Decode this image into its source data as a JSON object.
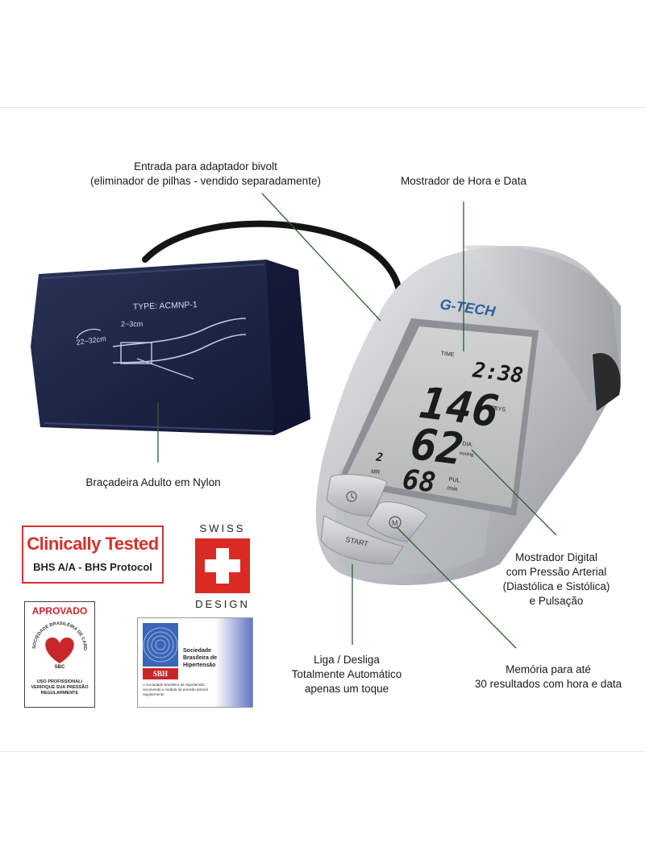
{
  "captions": {
    "adapter": [
      "Entrada para adaptador bivolt",
      "(eliminador de pilhas - vendido separadamente)"
    ],
    "clock": [
      "Mostrador de Hora e Data"
    ],
    "cuff": [
      "Braçadeira Adulto em Nylon"
    ],
    "display": [
      "Mostrador Digital",
      "com Pressão Arterial",
      "(Diastólica e Sistólica)",
      "e Pulsação"
    ],
    "start": [
      "Liga / Desliga",
      "Totalmente Automático",
      "apenas um toque"
    ],
    "memory": [
      "Memória para até",
      "30 resultados com hora e data"
    ]
  },
  "cuff_print": {
    "type": "TYPE: ACMNP-1",
    "range": "22~32cm",
    "gap": "2~3cm"
  },
  "device": {
    "brand": "G-TECH",
    "lcd": {
      "time_label": "TIME",
      "time": "2:38",
      "systolic": "146",
      "sys_label": "SYS.",
      "sys_unit": "mmHg",
      "diastolic": "62",
      "dia_label": "DIA.",
      "dia_unit": "mmHg",
      "pulse": "68",
      "pul_label": "PUL.",
      "pul_unit": "/min",
      "memory_index": "2",
      "memory_label": "MR"
    },
    "buttons": {
      "clock": "clock-icon",
      "memory": "M",
      "start": "START"
    }
  },
  "badges": {
    "clinically_tested": {
      "title": "Clinically Tested",
      "subtitle": "BHS A/A - BHS Protocol"
    },
    "swiss_design": {
      "top": "SWISS",
      "bottom": "DESIGN"
    },
    "sbc": {
      "approved": "APROVADO",
      "ring": "SOCIEDADE BRASILEIRA DE CARDIOLOGIA",
      "abbr": "SBC",
      "foot": "USO PROFISSIONAL/ VERIFIQUE SUA PRESSÃO REGULARMENTE"
    },
    "sbh": {
      "abbr": "SBH",
      "name": [
        "Sociedade",
        "Brasileira de",
        "Hipertensão"
      ],
      "note": "A Sociedade Brasileira de Hipertensão recomenda a medida da pressão arterial regularmente"
    }
  },
  "colors": {
    "leader_line": "#2e5f2e",
    "cuff": "#1c2442",
    "device_body": "#c7c9cc",
    "lcd_bg": "#bfc3c2",
    "lcd_digits": "#1b1b1b",
    "brand": "#2f5f9e",
    "badge_red": "#d3322c"
  }
}
